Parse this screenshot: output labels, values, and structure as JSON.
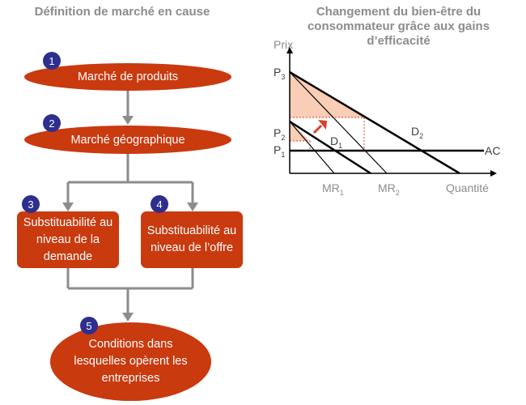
{
  "left": {
    "title": "Définition  de marché en cause",
    "steps": [
      {
        "num": "1",
        "label": "Marché de produits"
      },
      {
        "num": "2",
        "label": "Marché géographique"
      },
      {
        "num": "3",
        "label": "Substituabilité au niveau de la demande"
      },
      {
        "num": "4",
        "label": "Substituabilité au niveau de l’offre"
      },
      {
        "num": "5",
        "label": "Conditions dans lesquelles  opèrent les entreprises"
      }
    ]
  },
  "right": {
    "title": "Changement  du bien-être du consommateur  grâce aux gains d’efficacité",
    "y_axis_label": "Prix",
    "x_axis_label": "Quantité",
    "price_labels": [
      {
        "base": "P",
        "sub": "3"
      },
      {
        "base": "P",
        "sub": "2"
      },
      {
        "base": "P",
        "sub": "1"
      }
    ],
    "curve_labels": {
      "ac": "AC",
      "d1": {
        "base": "D",
        "sub": "1"
      },
      "d2": {
        "base": "D",
        "sub": "2"
      },
      "mr1": {
        "base": "MR",
        "sub": "1"
      },
      "mr2": {
        "base": "MR",
        "sub": "2"
      }
    }
  },
  "colors": {
    "accent": "#c93a0f",
    "badge": "#2e2e8f",
    "connector": "#8c8c8c",
    "shade": "#f9cdb6",
    "title": "#8c8c8c"
  }
}
